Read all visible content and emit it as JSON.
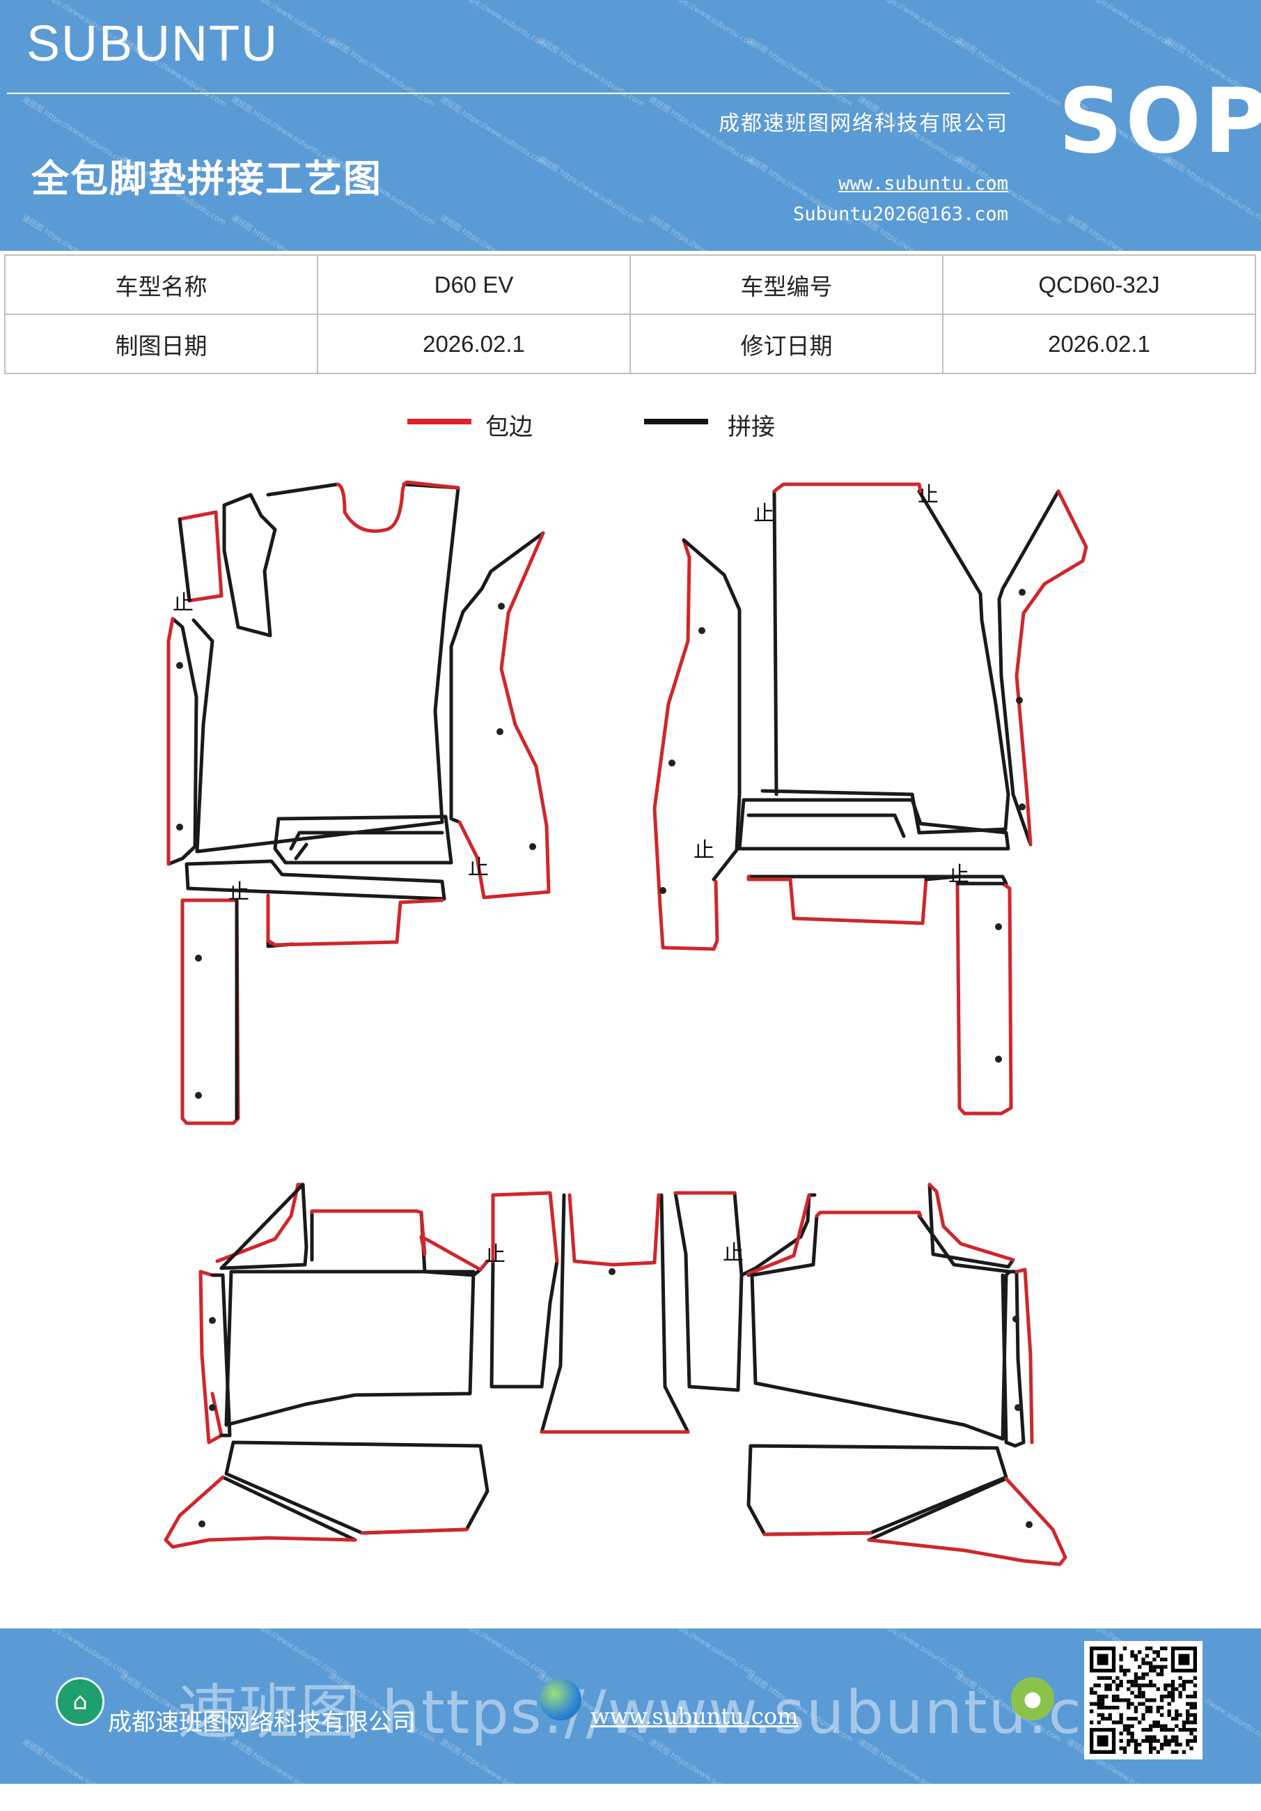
{
  "header": {
    "brand": "SUBUNTU",
    "sop": "SOP",
    "company": "成都速班图网络科技有限公司",
    "title": "全包脚垫拼接工艺图",
    "website": "www.subuntu.com",
    "email": "Subuntu2026@163.com",
    "watermark": "速班图 https://www.subuntu.com"
  },
  "info_table": {
    "rows": [
      [
        {
          "label": "车型名称",
          "value": "D60  EV"
        },
        {
          "label": "车型编号",
          "value": "QCD60-32J"
        }
      ],
      [
        {
          "label": "制图日期",
          "value": "2026.02.1"
        },
        {
          "label": "修订日期",
          "value": "2026.02.1"
        }
      ]
    ]
  },
  "legend": [
    {
      "label": "包边",
      "color": "#e31e24"
    },
    {
      "label": "拼接",
      "color": "#111111"
    }
  ],
  "diagram": {
    "edge_color": "#d0262b",
    "seam_color": "#1a1a1a",
    "mark_text": "止"
  },
  "footer": {
    "company": "成都速班图网络科技有限公司",
    "big_text": "速班图  https://www.subuntu.com",
    "website": "www.subuntu.com"
  },
  "icons": [
    "home-icon",
    "globe-icon",
    "android-icon",
    "qr-code"
  ]
}
